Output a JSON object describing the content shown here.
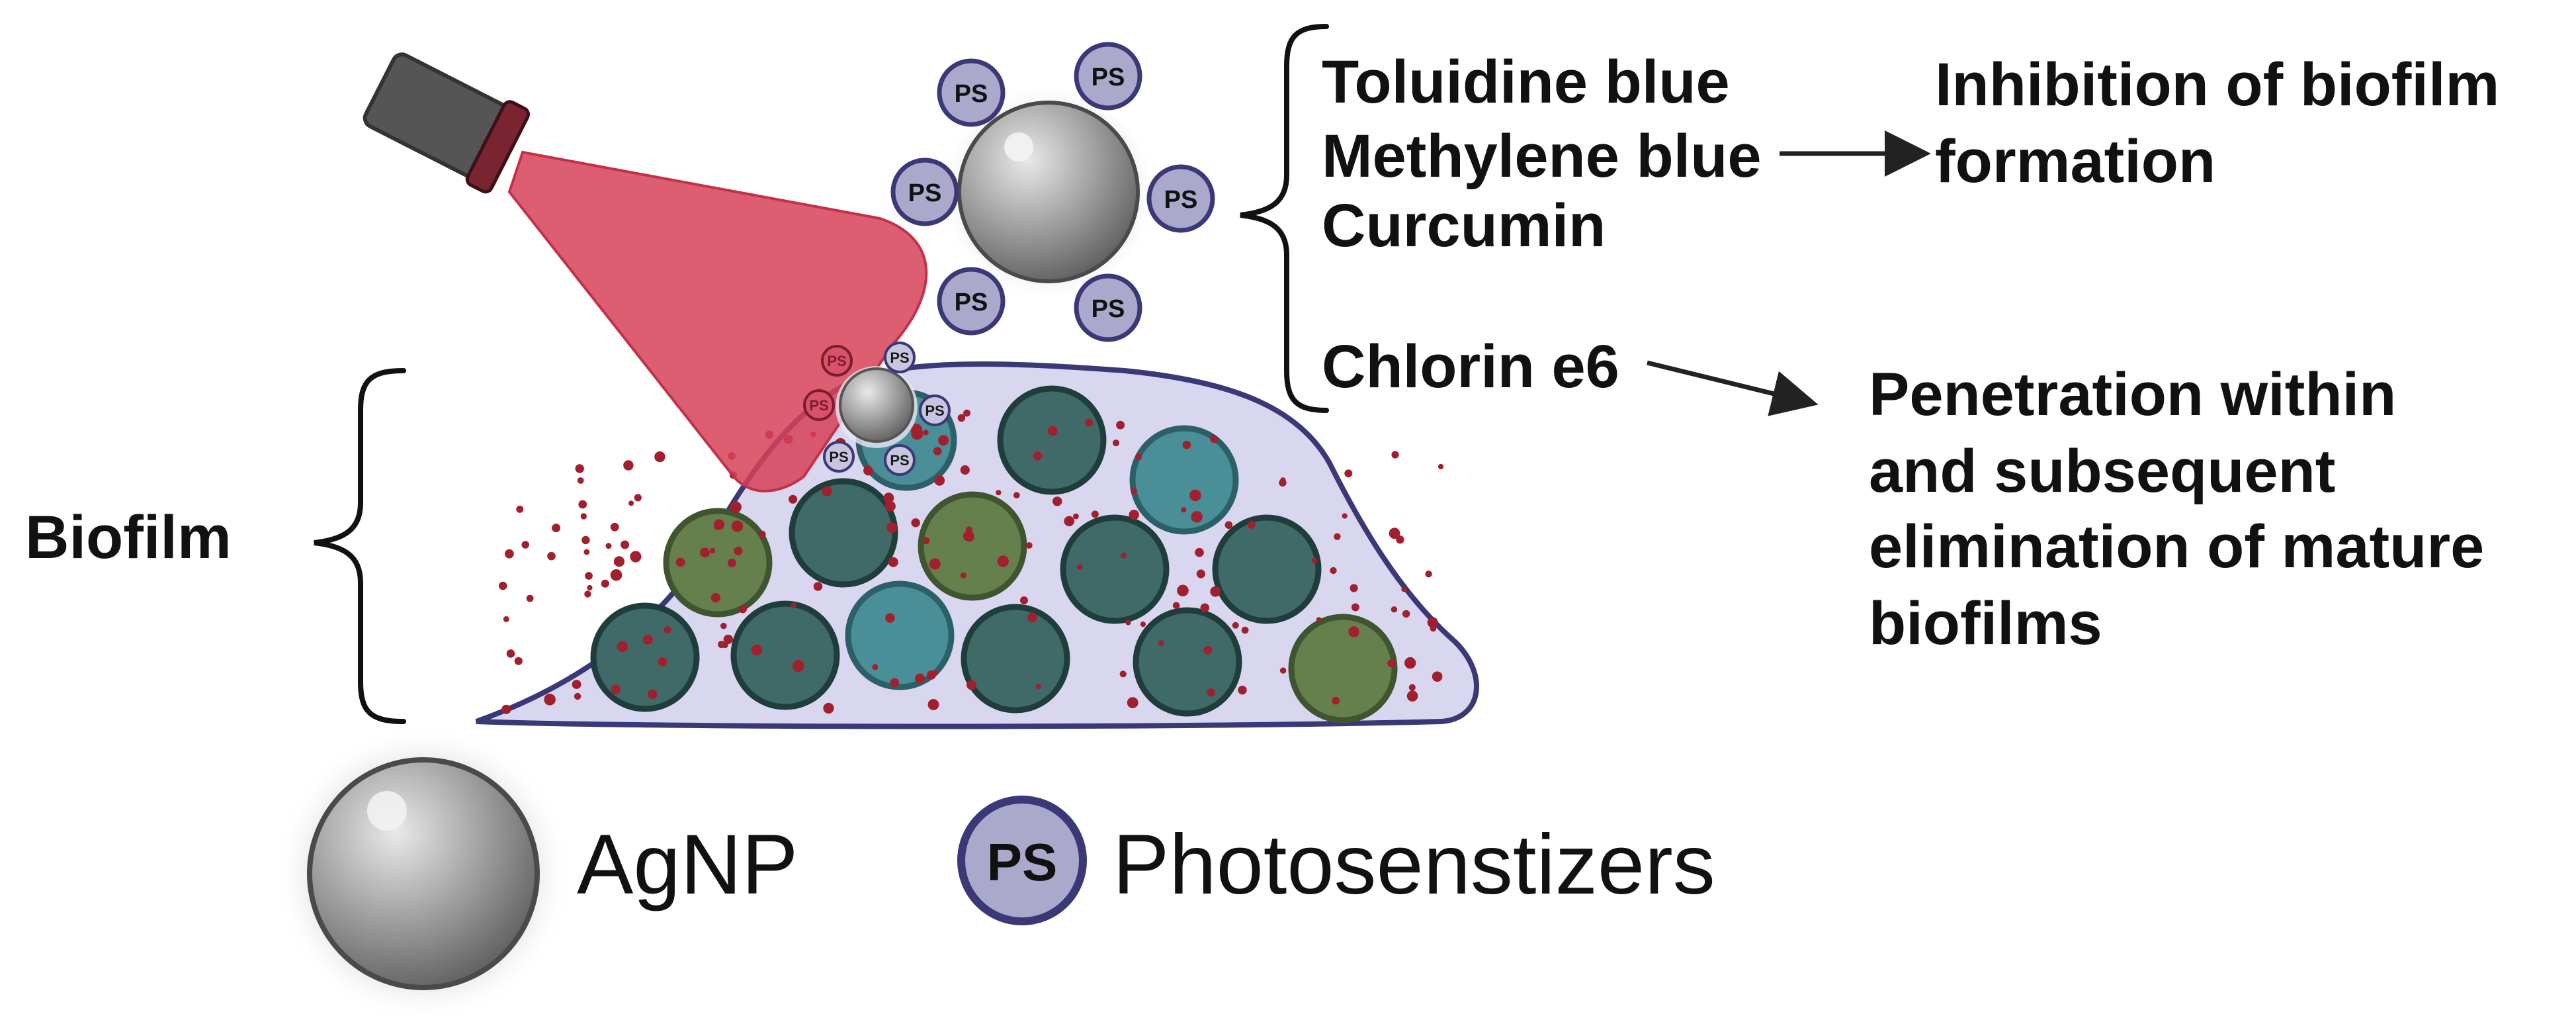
{
  "labels": {
    "biofilm": "Biofilm",
    "ps_agents": [
      "Toluidine blue",
      "Methylene blue",
      "Curcumin"
    ],
    "chlorin": "Chlorin e6",
    "outcome_inhibition": [
      "Inhibition of biofilm",
      "formation"
    ],
    "outcome_penetration": [
      "Penetration within",
      "and subsequent",
      "elimination of mature",
      "biofilms"
    ],
    "ps_badge": "PS"
  },
  "legend": {
    "agnp": "AgNP",
    "ps": "Photosenstizers"
  },
  "colors": {
    "light_beam": "#d64257",
    "biofilm_matrix": "#d9d7f0",
    "biofilm_outline": "#3a3877",
    "cell_dark_teal": "#406a68",
    "cell_light_teal": "#4a8f97",
    "cell_green": "#657f4d",
    "ps_fill": "#aaa8cb",
    "ps_outline": "#3a3877",
    "ros_dots": "#a21f2e",
    "silver": "#9a9a9a"
  },
  "icons": [
    "flashlight-icon",
    "agnp-sphere-icon",
    "ps-molecule-icon",
    "arrow-icon",
    "brace-icon"
  ]
}
